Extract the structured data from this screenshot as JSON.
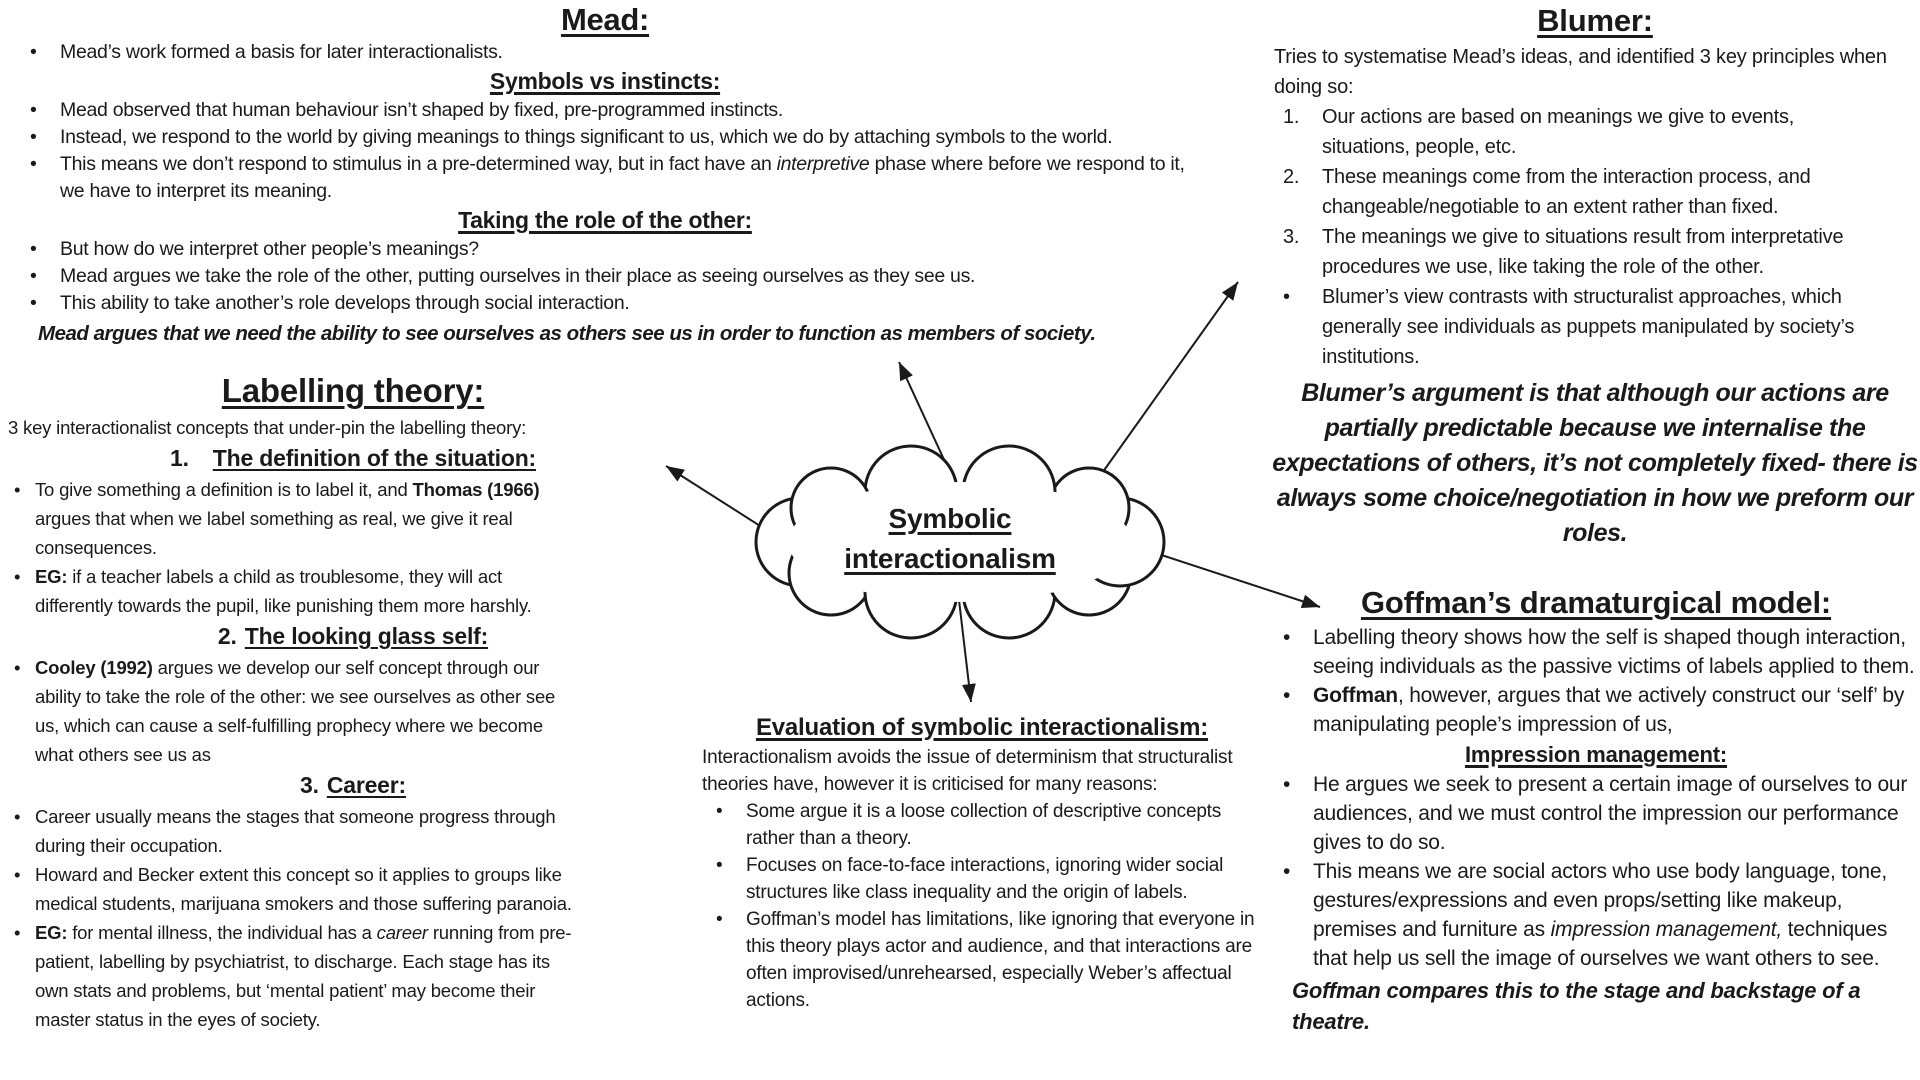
{
  "page": {
    "background": "#ffffff",
    "text_color": "#1a1a1a"
  },
  "mead": {
    "title": "Mead:",
    "intro_bullet": "Mead’s work formed a basis for later interactionalists.",
    "symbols_heading": "Symbols vs instincts:",
    "symbols_bullets": {
      "b1": "Mead observed that human behaviour isn’t shaped by fixed, pre-programmed instincts.",
      "b2": "Instead, we respond to the world by giving meanings to things significant to us, which we do by attaching symbols to the world.",
      "b3_pre": "This means we don’t respond to stimulus in a pre-determined way, but in fact have an ",
      "b3_italic": "interpretive",
      "b3_post": " phase where before we respond to it, we have to interpret its meaning."
    },
    "role_heading": "Taking the role of the other:",
    "role_bullets": {
      "b1": "But how do we interpret other people’s meanings?",
      "b2": "Mead argues we take the role of the other, putting ourselves in their place as seeing ourselves as they see us.",
      "b3": "This ability to take another’s role develops through social interaction."
    },
    "statement": "Mead argues that we need the ability to see ourselves as others see us in order to function as members of society."
  },
  "labelling": {
    "title": "Labelling theory:",
    "intro": "3 key interactionalist concepts that under-pin the labelling theory:",
    "h1_num": "1.",
    "h1_title": "The definition of the situation:",
    "def_b1_pre": "To give something a definition is to label it, and ",
    "def_b1_bold": "Thomas (1966)",
    "def_b1_post": " argues that when we label something as real, we give it real consequences.",
    "def_b2_bold": "EG:",
    "def_b2_post": " if a teacher labels a child as troublesome, they will act differently towards the pupil, like punishing them more harshly.",
    "h2_num": "2.",
    "h2_title": "The looking glass self:",
    "glass_b1_bold": "Cooley (1992)",
    "glass_b1_post": " argues we develop our self concept through our ability to take the role of the other: we see ourselves as other see us, which can cause a self-fulfilling prophecy where we become what others see us as",
    "h3_num": "3.",
    "h3_title": "Career:",
    "career_b1": "Career usually means the stages that someone progress through during their occupation.",
    "career_b2": "Howard and Becker extent this concept so it applies to groups like medical students, marijuana smokers and those suffering paranoia.",
    "career_b3_bold": "EG:",
    "career_b3_mid": " for mental illness, the individual has a ",
    "career_b3_italic": "career",
    "career_b3_post": " running from pre-patient, labelling by psychiatrist, to discharge. Each stage has its own stats and problems, but ‘mental patient’ may become their master status in the eyes of society."
  },
  "cloud": {
    "line1": "Symbolic",
    "line2": "interactionalism"
  },
  "blumer": {
    "title": "Blumer:",
    "intro": "Tries to systematise Mead’s ideas, and identified 3 key principles when doing so:",
    "items": [
      {
        "marker": "1.",
        "text": "Our actions are based on meanings we give to events, situations, people, etc."
      },
      {
        "marker": "2.",
        "text": "These meanings come from the interaction process, and changeable/negotiable to an extent rather than fixed."
      },
      {
        "marker": "3.",
        "text": "The meanings we give to situations result from interpretative procedures we use, like taking the role of the other."
      },
      {
        "marker": "•",
        "text": "Blumer’s view contrasts with structuralist approaches, which generally see individuals as puppets manipulated by society’s institutions."
      }
    ],
    "statement": "Blumer’s argument is that although our actions are partially predictable because we internalise the expectations of others, it’s not completely fixed- there is always some choice/negotiation in how we preform our roles."
  },
  "goffman": {
    "title": "Goffman’s dramaturgical model:",
    "b1": "Labelling theory shows how the self is shaped though interaction, seeing individuals as the passive victims of labels applied to them.",
    "b2_bold": "Goffman",
    "b2_post": ", however, argues that we actively construct our ‘self’ by manipulating people’s impression of us,",
    "impression_heading": "Impression management:",
    "b3": "He argues we seek to present a certain image of ourselves to our audiences, and we must control the impression our performance gives to do so.",
    "b4_pre": "This means we are social actors who use body language, tone, gestures/expressions and even props/setting like makeup, premises and furniture as ",
    "b4_italic": "impression management,",
    "b4_post": " techniques that help us sell the image of ourselves we want others to see.",
    "statement": "Goffman compares this to the stage and backstage of a theatre."
  },
  "evaluation": {
    "title": "Evaluation of symbolic interactionalism:",
    "intro": "Interactionalism avoids the issue of determinism that structuralist theories have, however it is criticised for many reasons:",
    "bullets": [
      "Some argue it is a loose collection of descriptive concepts rather than a theory.",
      "Focuses on face-to-face interactions, ignoring wider social structures like class inequality and the origin of labels.",
      "Goffman’s model has limitations, like ignoring that everyone in this theory plays actor and audience, and that interactions are often improvised/unrehearsed, especially Weber’s affectual actions."
    ]
  }
}
